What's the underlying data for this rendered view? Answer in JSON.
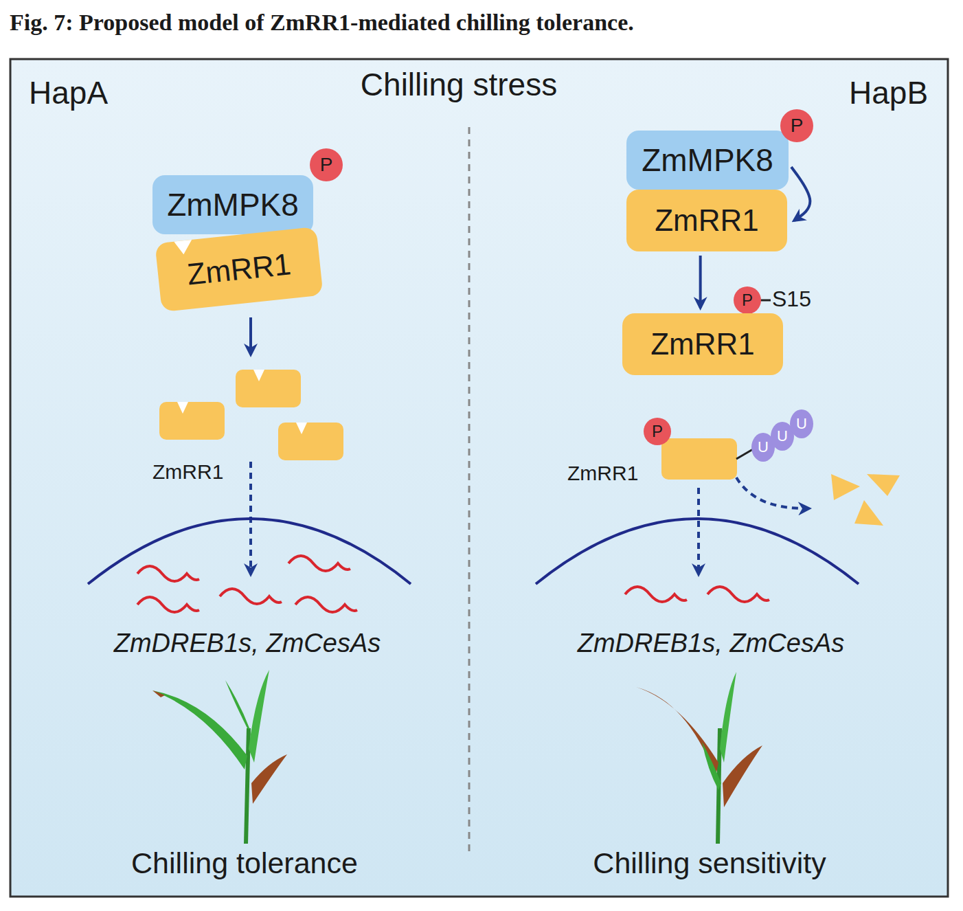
{
  "diagram": {
    "title": "Fig. 7: Proposed model of ZmRR1-mediated chilling tolerance.",
    "nodes": [
      {
        "text": [
          "ZmMPK8"
        ]
      },
      {
        "text": [
          "P"
        ]
      },
      {
        "text": [
          "ZmRR1"
        ]
      },
      {
        "text": [
          "ZmMPK8"
        ]
      },
      {
        "text": [
          "P"
        ]
      },
      {
        "text": [
          "ZmRR1"
        ]
      },
      {
        "text": [
          "P"
        ]
      },
      {
        "text": [
          "ZmRR1"
        ]
      },
      {
        "text": [
          "P"
        ]
      },
      {
        "text": [
          "U"
        ]
      },
      {
        "text": [
          "U"
        ]
      },
      {
        "text": [
          "U"
        ]
      }
    ],
    "edges": [
      {
        "from": 3,
        "to": 5,
        "arrow": "to"
      },
      {
        "from": 5,
        "to": 7,
        "arrow": "to"
      }
    ],
    "labels": [
      "HapA",
      "Chilling stress",
      "HapB",
      "ZmRR1",
      "ZmDREB1s, ZmCesAs",
      "Chilling tolerance",
      "S15",
      "ZmRR1",
      "ZmDREB1s, ZmCesAs",
      "Chilling sensitivity"
    ]
  }
}
